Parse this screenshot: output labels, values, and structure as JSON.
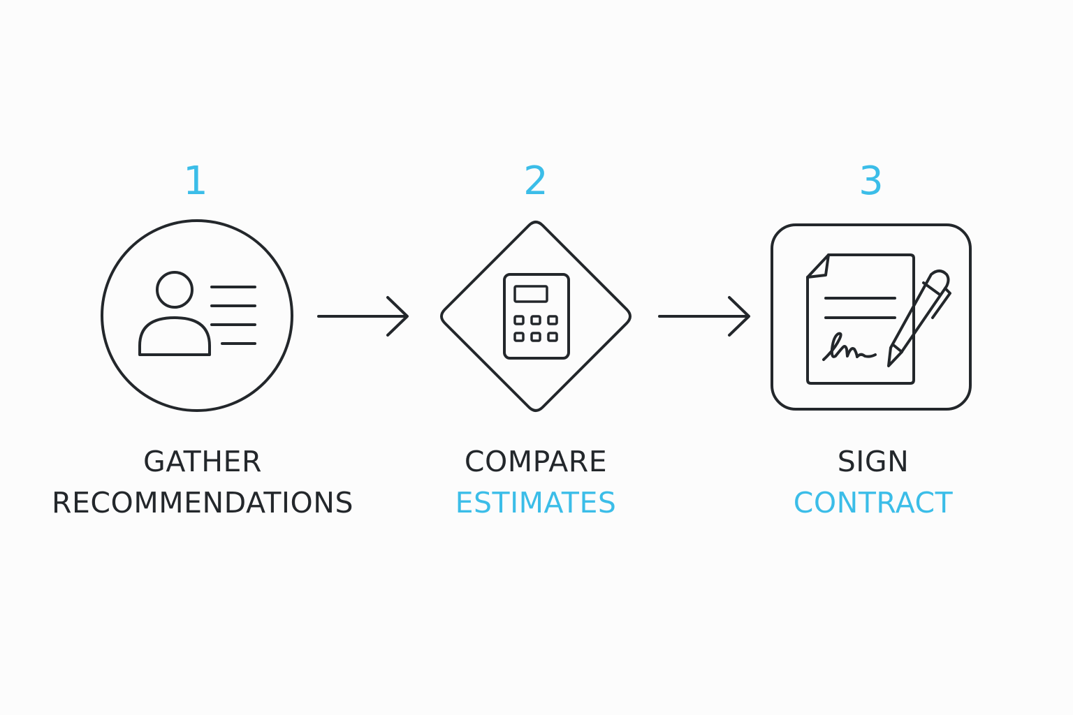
{
  "colors": {
    "accent": "#3bbde8",
    "ink": "#23272b",
    "background": "#fcfcfc"
  },
  "steps": [
    {
      "number": "1",
      "line1": "GATHER",
      "line2": "RECOMMENDATIONS",
      "line1_color": "#23272b",
      "line2_color": "#23272b",
      "icon": "person-card-icon",
      "frame": "circle"
    },
    {
      "number": "2",
      "line1": "COMPARE",
      "line2": "ESTIMATES",
      "line1_color": "#23272b",
      "line2_color": "#3bbde8",
      "icon": "calculator-icon",
      "frame": "diamond"
    },
    {
      "number": "3",
      "line1": "SIGN",
      "line2": "CONTRACT",
      "line1_color": "#23272b",
      "line2_color": "#3bbde8",
      "icon": "signed-document-pen-icon",
      "frame": "rounded-square"
    }
  ],
  "connectors": [
    {
      "from": "1",
      "to": "2",
      "icon": "arrow-right-icon"
    },
    {
      "from": "2",
      "to": "3",
      "icon": "arrow-right-icon"
    }
  ]
}
